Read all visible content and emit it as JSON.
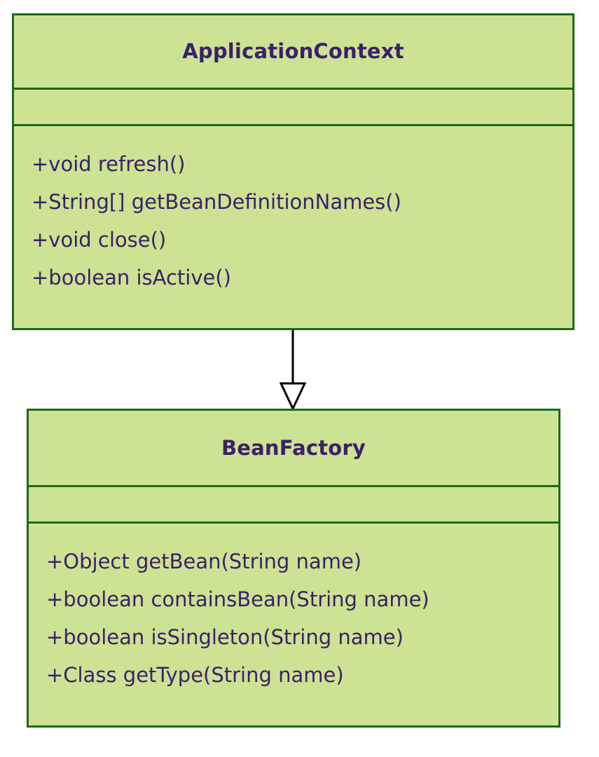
{
  "diagram": {
    "type": "uml-class-diagram",
    "colors": {
      "class_fill": "#cde293",
      "class_border": "#1a6b1a",
      "text": "#3a2169",
      "connector": "#000000",
      "background": "#ffffff"
    },
    "classes": [
      {
        "id": "application-context",
        "name": "ApplicationContext",
        "attributes": [],
        "methods": [
          "+void refresh()",
          "+String[] getBeanDefinitionNames()",
          "+void close()",
          "+boolean isActive()"
        ]
      },
      {
        "id": "bean-factory",
        "name": "BeanFactory",
        "attributes": [],
        "methods": [
          "+Object getBean(String name)",
          "+boolean containsBean(String name)",
          "+boolean isSingleton(String name)",
          "+Class getType(String name)"
        ]
      }
    ],
    "relationships": [
      {
        "id": "generalization-1",
        "type": "generalization",
        "arrow": "hollow-triangle",
        "from": "application-context",
        "to": "bean-factory",
        "label": ""
      }
    ]
  }
}
